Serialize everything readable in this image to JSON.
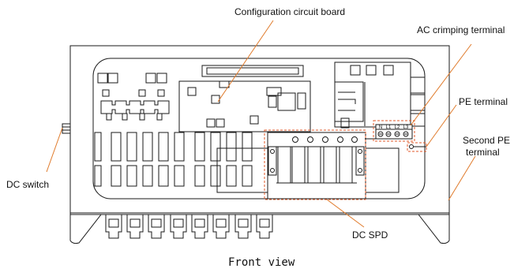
{
  "labels": {
    "config_board": "Configuration circuit board",
    "ac_terminal": "AC crimping terminal",
    "pe_terminal": "PE terminal",
    "second_pe_line1": "Second PE",
    "second_pe_line2": "terminal",
    "dc_switch": "DC switch",
    "dc_spd": "DC SPD",
    "front_view": "Front view"
  },
  "terminal_block": [
    "N",
    "L1",
    "L2",
    "L3"
  ],
  "colors": {
    "line": "#1a1a1a",
    "callout": "#e07a2a",
    "highlight": "#e05a2a"
  }
}
